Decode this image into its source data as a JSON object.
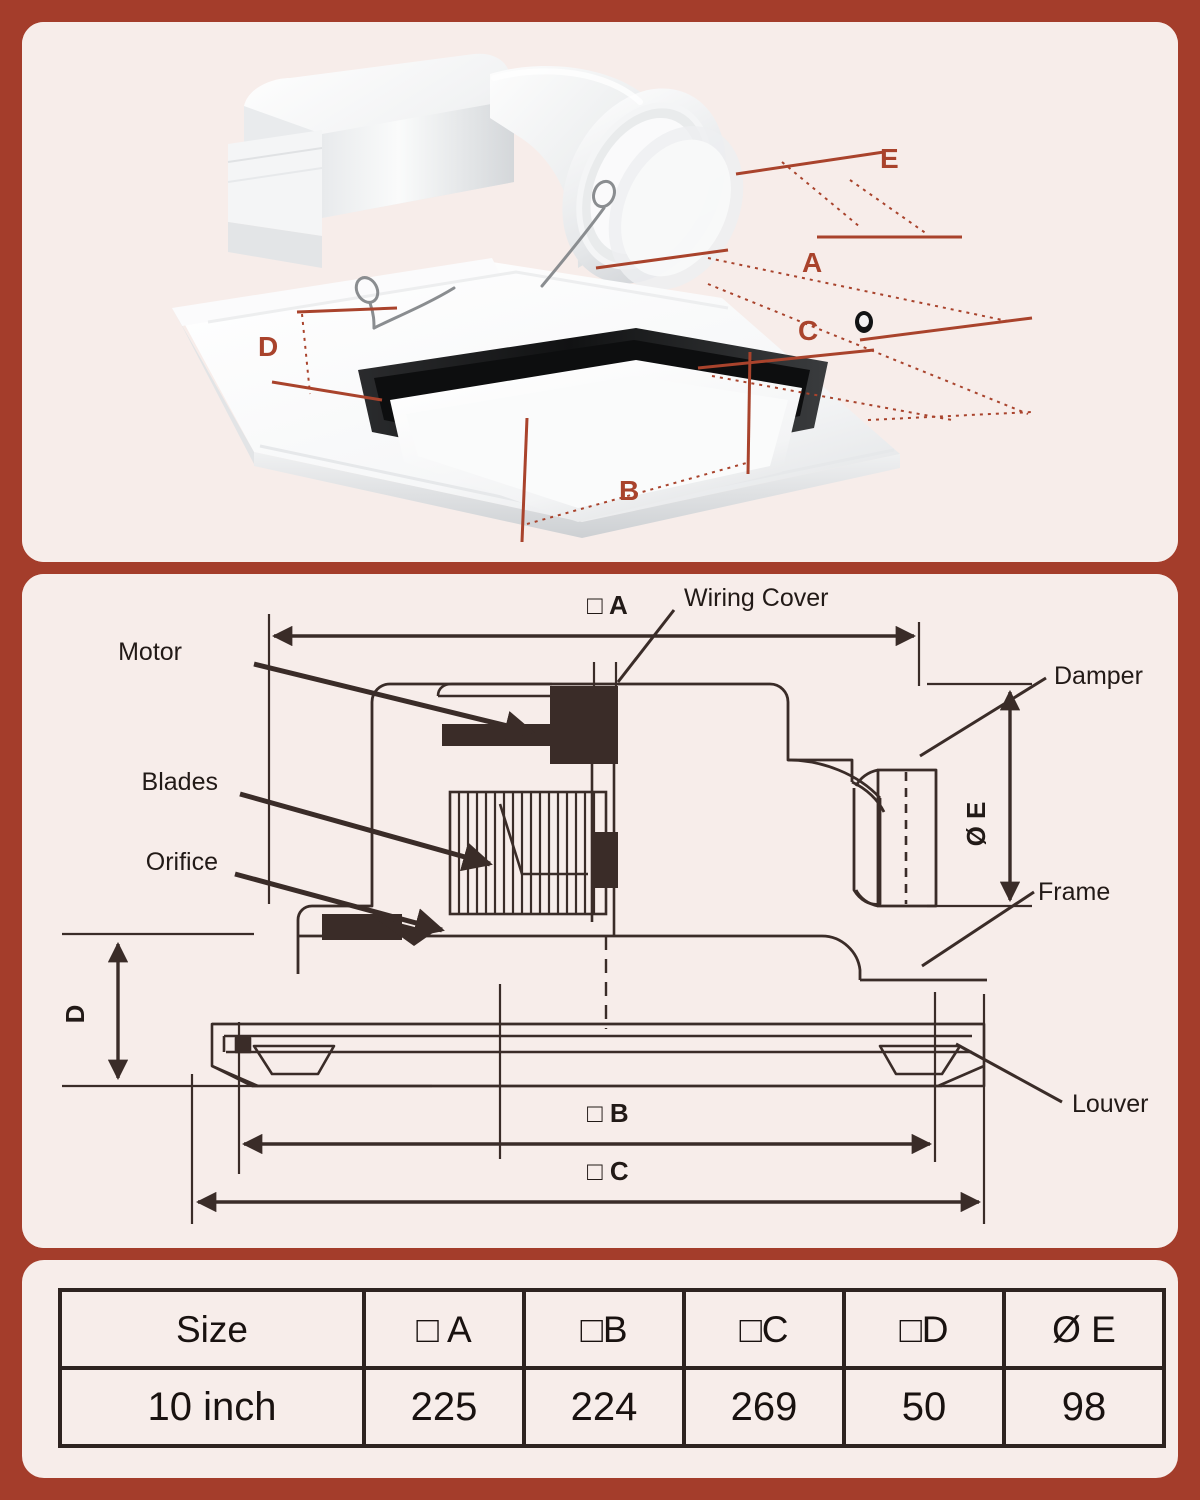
{
  "colors": {
    "frame": "#A43D2B",
    "panel_bg": "#F7EDEA",
    "line": "#3A2C28",
    "label_red": "#A9432C",
    "table_border": "#2E2320"
  },
  "photo_panel": {
    "name": "product-photo-panel",
    "callouts": [
      {
        "id": "A",
        "label": "A"
      },
      {
        "id": "B",
        "label": "B"
      },
      {
        "id": "C",
        "label": "C"
      },
      {
        "id": "D",
        "label": "D"
      },
      {
        "id": "E",
        "label": "E"
      }
    ]
  },
  "drawing_panel": {
    "name": "cross-section-drawing-panel",
    "part_labels": [
      {
        "id": "motor",
        "text": "Motor"
      },
      {
        "id": "blades",
        "text": "Blades"
      },
      {
        "id": "orifice",
        "text": "Orifice"
      },
      {
        "id": "wiring-cover",
        "text": "Wiring Cover"
      },
      {
        "id": "damper",
        "text": "Damper"
      },
      {
        "id": "frame",
        "text": "Frame"
      },
      {
        "id": "louver",
        "text": "Louver"
      }
    ],
    "dimension_labels": [
      {
        "id": "A",
        "text": "□ A",
        "orientation": "horizontal"
      },
      {
        "id": "B",
        "text": "□ B",
        "orientation": "horizontal"
      },
      {
        "id": "C",
        "text": "□ C",
        "orientation": "horizontal"
      },
      {
        "id": "D",
        "text": "D",
        "orientation": "vertical"
      },
      {
        "id": "E",
        "text": "Ø E",
        "orientation": "vertical"
      }
    ]
  },
  "table": {
    "name": "size-specification-table",
    "headers": [
      "Size",
      "□ A",
      "□B",
      "□C",
      "□D",
      "Ø E"
    ],
    "rows": [
      [
        "10 inch",
        "225",
        "224",
        "269",
        "50",
        "98"
      ]
    ]
  }
}
